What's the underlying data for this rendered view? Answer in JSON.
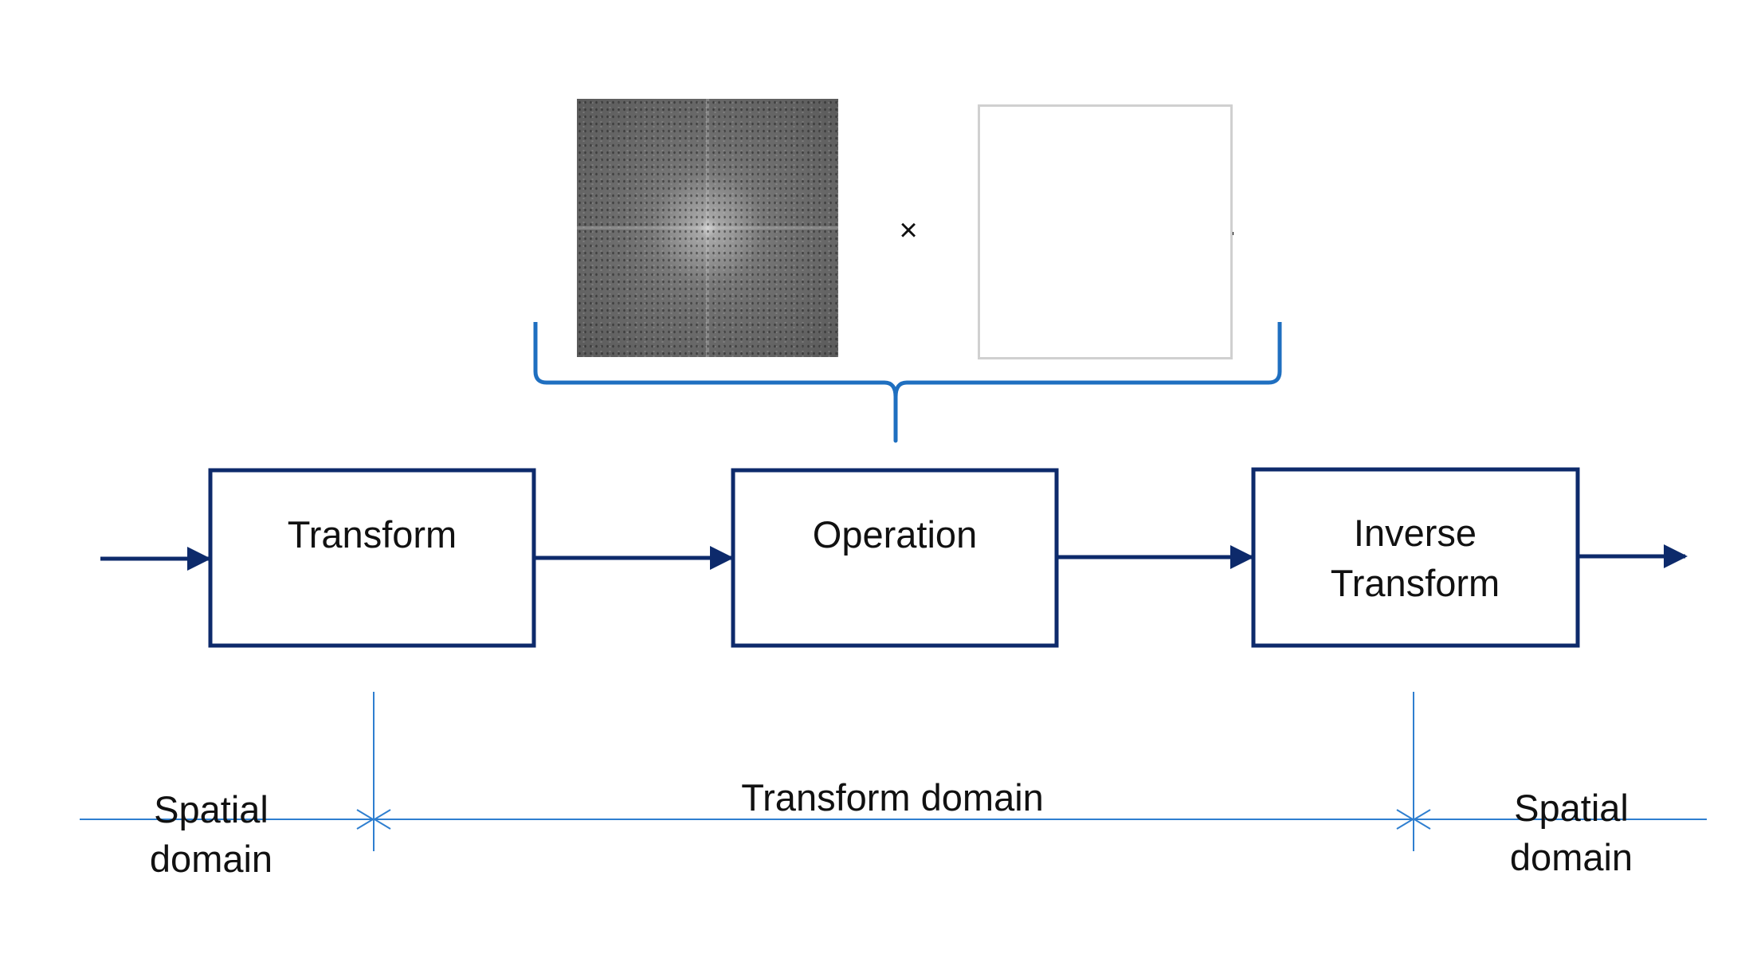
{
  "blocks": {
    "transform": "Transform",
    "operation": "Operation",
    "inverse_line1": "Inverse",
    "inverse_line2": "Transform"
  },
  "operator_symbol": "×",
  "domains": {
    "left_line1": "Spatial",
    "left_line2": "domain",
    "middle": "Transform domain",
    "right_line1": "Spatial",
    "right_line2": "domain"
  },
  "colors": {
    "block_stroke": "#0d2a6b",
    "brace": "#1f6fc0",
    "domain_lines": "#2f7fd0"
  },
  "icons": {
    "spectrum_image": "fourier-magnitude-spectrum",
    "mask_image": "horizontal-line-filter-mask"
  }
}
